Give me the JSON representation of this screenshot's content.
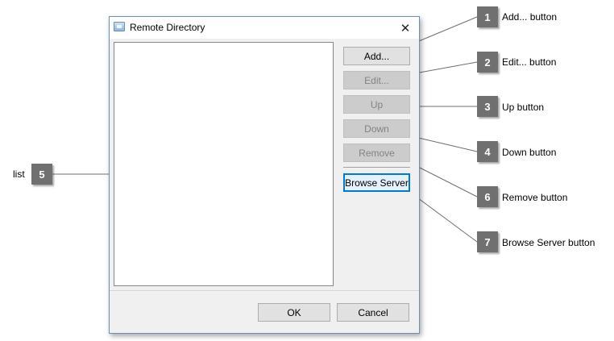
{
  "dialog": {
    "title": "Remote Directory",
    "close_label": "✕",
    "buttons": {
      "add": "Add...",
      "edit": "Edit...",
      "up": "Up",
      "down": "Down",
      "remove": "Remove",
      "browse_server": "Browse Server"
    },
    "footer": {
      "ok": "OK",
      "cancel": "Cancel"
    }
  },
  "callouts": [
    {
      "number": "1",
      "label": "Add... button"
    },
    {
      "number": "2",
      "label": "Edit... button"
    },
    {
      "number": "3",
      "label": "Up button"
    },
    {
      "number": "4",
      "label": "Down button"
    },
    {
      "number": "5",
      "label": "list"
    },
    {
      "number": "6",
      "label": "Remove button"
    },
    {
      "number": "7",
      "label": "Browse Server button"
    }
  ],
  "colors": {
    "callout_box": "#707070",
    "focus_border": "#0078d7",
    "dialog_bg": "#f0f0f0"
  }
}
